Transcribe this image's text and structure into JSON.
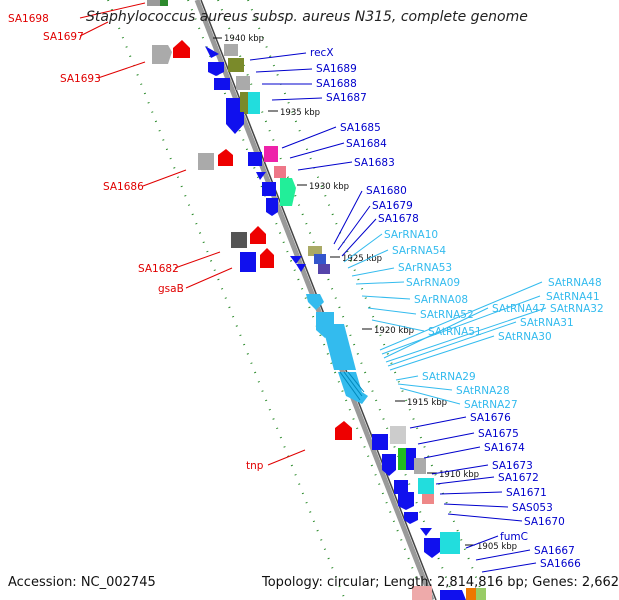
{
  "title": "Staphylococcus aureus subsp. aureus N315, complete genome",
  "accession": "Accession: NC_002745",
  "topology": "Topology: circular; Length: 2,814,816 bp; Genes: 2,662",
  "colors": {
    "red_label": "#e00000",
    "blue_label": "#0000cc",
    "rna_label": "#22bbee",
    "backbone": "#888888",
    "forward": "#008800"
  },
  "ticks": [
    "1940 kbp",
    "1935 kbp",
    "1930 kbp",
    "1925 kbp",
    "1920 kbp",
    "1915 kbp",
    "1910 kbp",
    "1905 kbp"
  ],
  "left_labels": [
    "SA1698",
    "SA1697",
    "SA1693",
    "SA1686",
    "SA1682",
    "gsaB",
    "tnp"
  ],
  "right_labels": [
    "recX",
    "SA1689",
    "SA1688",
    "SA1687",
    "SA1685",
    "SA1684",
    "SA1683",
    "SA1680",
    "SA1679",
    "SA1678",
    "SArRNA10",
    "SArRNA54",
    "SArRNA53",
    "SArRNA09",
    "SArRNA08",
    "SAtRNA52",
    "SAtRNA51",
    "SAtRNA48",
    "SAtRNA41",
    "SAtRNA47",
    "SAtRNA32",
    "SAtRNA31",
    "SAtRNA30",
    "SAtRNA29",
    "SAtRNA28",
    "SAtRNA27",
    "SA1676",
    "SA1675",
    "SA1674",
    "SA1673",
    "SA1672",
    "SA1671",
    "SAS053",
    "SA1670",
    "fumC",
    "SA1667",
    "SA1666"
  ]
}
